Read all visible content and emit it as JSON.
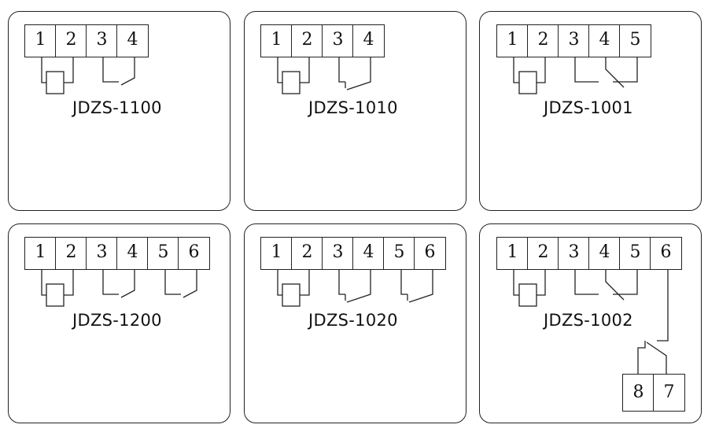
{
  "panels": [
    {
      "model": "JDZS-1100",
      "terminals": [
        "1",
        "2",
        "3",
        "4"
      ],
      "coil": "U"
    },
    {
      "model": "JDZS-1010",
      "terminals": [
        "1",
        "2",
        "3",
        "4"
      ],
      "coil": "U"
    },
    {
      "model": "JDZS-1001",
      "terminals": [
        "1",
        "2",
        "3",
        "4",
        "5"
      ],
      "coil": "U"
    },
    {
      "model": "JDZS-1200",
      "terminals": [
        "1",
        "2",
        "3",
        "4",
        "5",
        "6"
      ],
      "coil": "U"
    },
    {
      "model": "JDZS-1020",
      "terminals": [
        "1",
        "2",
        "3",
        "4",
        "5",
        "6"
      ],
      "coil": "U"
    },
    {
      "model": "JDZS-1002",
      "terminals": [
        "1",
        "2",
        "3",
        "4",
        "5",
        "6"
      ],
      "coil": "U",
      "extra_terminals": [
        "8",
        "7"
      ]
    }
  ]
}
